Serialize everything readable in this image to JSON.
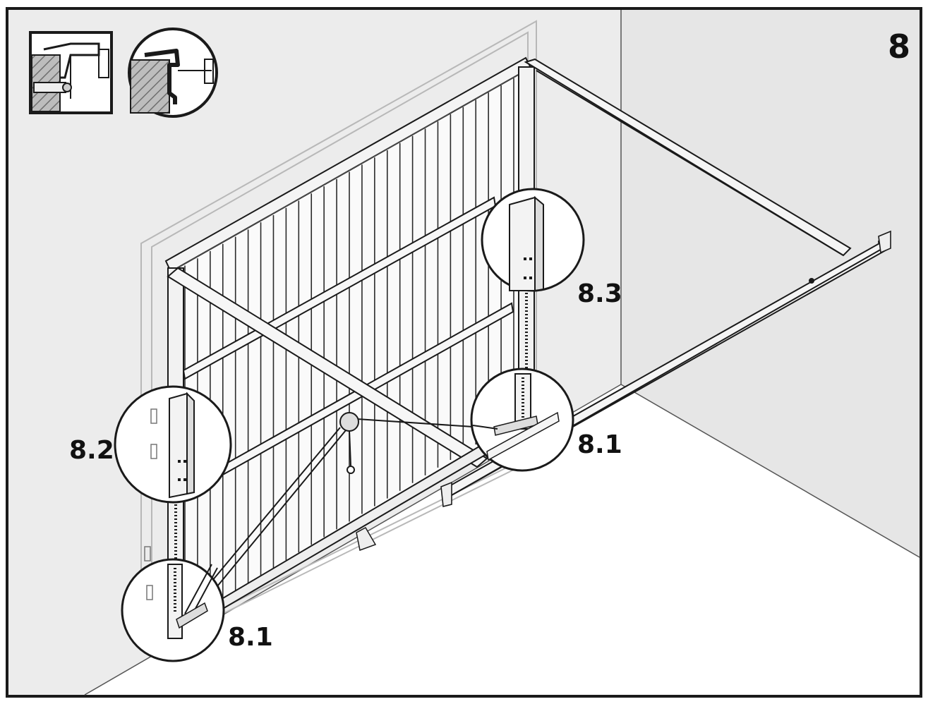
{
  "figure": {
    "step_number": "8",
    "callouts": {
      "upper_right": "8.3",
      "left_middle": "8.2",
      "right_lower": "8.1",
      "left_bottom": "8.1"
    }
  },
  "colors": {
    "line": "#1a1a1a",
    "wall": "#ededed",
    "floor": "#ffffff",
    "hatch": "#9a9a9a",
    "frame_light": "#c8c8c8"
  }
}
